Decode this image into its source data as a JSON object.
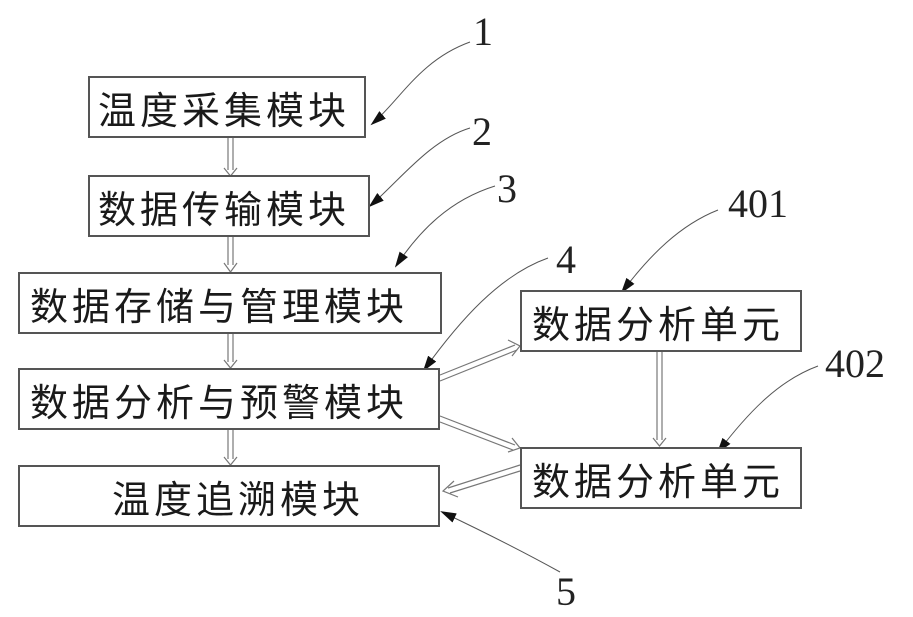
{
  "diagram": {
    "modules": [
      {
        "id": "1",
        "text": "温度采集模块"
      },
      {
        "id": "2",
        "text": "数据传输模块"
      },
      {
        "id": "3",
        "text": "数据存储与管理模块"
      },
      {
        "id": "4",
        "text": "数据分析与预警模块"
      },
      {
        "id": "5",
        "text": "温度追溯模块"
      },
      {
        "id": "401",
        "text": "数据分析单元"
      },
      {
        "id": "402",
        "text": "数据分析单元"
      }
    ],
    "labels": [
      "1",
      "2",
      "3",
      "4",
      "401",
      "402",
      "5"
    ],
    "edges": [
      {
        "from": "1",
        "to": "2"
      },
      {
        "from": "2",
        "to": "3"
      },
      {
        "from": "3",
        "to": "4"
      },
      {
        "from": "4",
        "to": "5"
      },
      {
        "from": "4",
        "to": "401"
      },
      {
        "from": "4",
        "to": "402"
      },
      {
        "from": "401",
        "to": "402"
      },
      {
        "from": "402",
        "to": "5"
      }
    ]
  }
}
